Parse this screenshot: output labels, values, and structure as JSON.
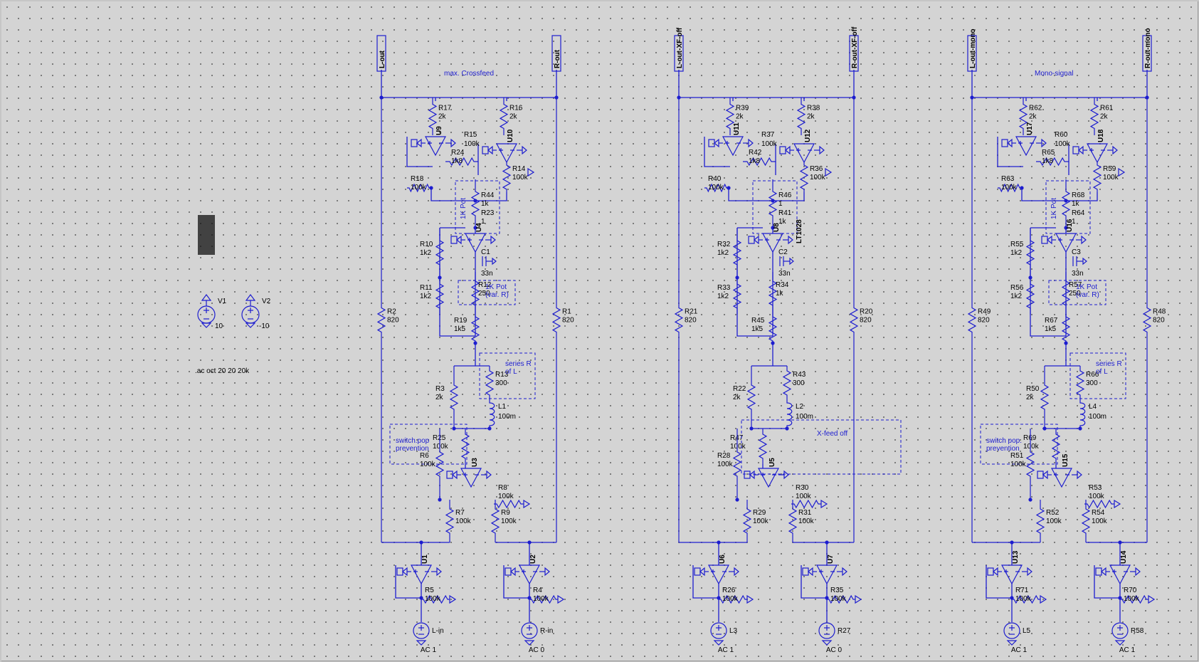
{
  "schematic": {
    "title": "",
    "comments": [
      "max. Crossfeed",
      "Mono-signal",
      "X-feed off",
      "series R\nof L",
      "series R\nof L",
      "switch.pop\nprevention",
      "switch pop.\nprevention",
      "1K Pot\n(var. R)",
      "1K Pot\n(var. R)",
      "1K Pot",
      "1K Pot"
    ],
    "directive": ".ac oct 20 20 20k",
    "model_label": "LT1028",
    "ports": [
      "L-out",
      "R-out",
      "L-out-XF-off",
      "R-out-XF-off",
      "L-out-mono",
      "R-out-mono"
    ],
    "sources": [
      {
        "name": "V1",
        "value": "10"
      },
      {
        "name": "V2",
        "value": "-10"
      },
      {
        "name": "L-in",
        "value": "AC 1"
      },
      {
        "name": "R-in",
        "value": "AC 0"
      },
      {
        "name": "L3",
        "value": "AC 1"
      },
      {
        "name": "R27",
        "value": "AC 0"
      },
      {
        "name": "L5",
        "value": "AC 1"
      },
      {
        "name": "R58",
        "value": "AC 1"
      }
    ]
  },
  "blocks": [
    {
      "id": "A",
      "port_left": "L-out",
      "port_right": "R-out",
      "title": "max. Crossfeed",
      "rL": [
        "R2",
        "820"
      ],
      "rR": [
        "R1",
        "820"
      ],
      "rTL": [
        "R17",
        "2k"
      ],
      "rTR": [
        "R16",
        "2k"
      ],
      "uTL": "U9",
      "uTR": "U10",
      "rFb1": [
        "R15",
        "100k"
      ],
      "rFb2": [
        "R24",
        "1k8"
      ],
      "rTRb": [
        "R14",
        "100k"
      ],
      "rTLb": [
        "R18",
        "100k"
      ],
      "rPot": [
        "R44",
        "1k"
      ],
      "rPot2": [
        "R23",
        "1"
      ],
      "potBox": "1K Pot",
      "uMid": "U4",
      "cap": [
        "C1",
        "33n"
      ],
      "rM1": [
        "R10",
        "1k2"
      ],
      "rM2": [
        "R11",
        "1k2"
      ],
      "rM3": [
        "R12",
        "250"
      ],
      "potBox2": "1K Pot\n(var. R)",
      "rM4": [
        "R19",
        "1k5"
      ],
      "rS": [
        "R13",
        "300"
      ],
      "seriesBox": "series R\nof L",
      "rL3": [
        "R3",
        "2k"
      ],
      "ind": [
        "L1",
        "100m"
      ],
      "rSw": [
        "R25",
        "100k"
      ],
      "swBox": "switch.pop\nprevention",
      "uBot": "U3",
      "rB1": [
        "R6",
        "100k"
      ],
      "rB2": [
        "R8",
        "100k"
      ],
      "rB3": [
        "R7",
        "100k"
      ],
      "rB4": [
        "R9",
        "100k"
      ],
      "uInL": "U1",
      "uInR": "U2",
      "rInL": [
        "R5",
        "100k"
      ],
      "rInR": [
        "R4",
        "100k"
      ],
      "srcL": [
        "L-in",
        "AC 1"
      ],
      "srcR": [
        "R-in",
        "AC 0"
      ]
    },
    {
      "id": "B",
      "port_left": "L-out-XF-off",
      "port_right": "R-out-XF-off",
      "title": "",
      "rL": [
        "R21",
        "820"
      ],
      "rR": [
        "R20",
        "820"
      ],
      "rTL": [
        "R39",
        "2k"
      ],
      "rTR": [
        "R38",
        "2k"
      ],
      "uTL": "U11",
      "uTR": "U12",
      "rFb1": [
        "R37",
        "100k"
      ],
      "rFb2": [
        "R42",
        "1k8"
      ],
      "rTRb": [
        "R36",
        "100k"
      ],
      "rTLb": [
        "R40",
        "100k"
      ],
      "rPot": [
        "R46",
        "1"
      ],
      "rPot2": [
        "R41",
        "1k"
      ],
      "potBox": "",
      "uMid": "U8",
      "cap": [
        "C2",
        "33n"
      ],
      "rM1": [
        "R32",
        "1k2"
      ],
      "rM2": [
        "R33",
        "1k2"
      ],
      "rM3": [
        "R34",
        "1k"
      ],
      "potBox2": "",
      "rM4": [
        "R45",
        "1k5"
      ],
      "rS": [
        "R43",
        "300"
      ],
      "seriesBox": "",
      "rL3": [
        "R22",
        "2k"
      ],
      "ind": [
        "L2",
        "100m"
      ],
      "rSw": [
        "R47",
        "100k"
      ],
      "swBox": "",
      "uBot": "U5",
      "rB1": [
        "R28",
        "100k"
      ],
      "rB2": [
        "R30",
        "100k"
      ],
      "rB3": [
        "R29",
        "100k"
      ],
      "rB4": [
        "R31",
        "100k"
      ],
      "uInL": "U6",
      "uInR": "U7",
      "rInL": [
        "R26",
        "100k"
      ],
      "rInR": [
        "R35",
        "100k"
      ],
      "srcL": [
        "L3",
        "AC 1"
      ],
      "srcR": [
        "R27",
        "AC 0"
      ]
    },
    {
      "id": "C",
      "port_left": "L-out-mono",
      "port_right": "R-out-mono",
      "title": "Mono-signal",
      "rL": [
        "R49",
        "820"
      ],
      "rR": [
        "R48",
        "820"
      ],
      "rTL": [
        "R62",
        "2k"
      ],
      "rTR": [
        "R61",
        "2k"
      ],
      "uTL": "U17",
      "uTR": "U18",
      "rFb1": [
        "R60",
        "100k"
      ],
      "rFb2": [
        "R65",
        "1k8"
      ],
      "rTRb": [
        "R59",
        "100k"
      ],
      "rTLb": [
        "R63",
        "100k"
      ],
      "rPot": [
        "R68",
        "1k"
      ],
      "rPot2": [
        "R64",
        "1"
      ],
      "potBox": "1K Pot",
      "uMid": "U16",
      "cap": [
        "C3",
        "33n"
      ],
      "rM1": [
        "R55",
        "1k2"
      ],
      "rM2": [
        "R56",
        "1k2"
      ],
      "rM3": [
        "R57",
        "250"
      ],
      "potBox2": "1K Pot\n(var. R)",
      "rM4": [
        "R67",
        "1k5"
      ],
      "rS": [
        "R66",
        "300"
      ],
      "seriesBox": "series R\nof L",
      "rL3": [
        "R50",
        "2k"
      ],
      "ind": [
        "L4",
        "100m"
      ],
      "rSw": [
        "R69",
        "100k"
      ],
      "swBox": "switch pop.\nprevention",
      "uBot": "U15",
      "rB1": [
        "R51",
        "100k"
      ],
      "rB2": [
        "R53",
        "100k"
      ],
      "rB3": [
        "R52",
        "100k"
      ],
      "rB4": [
        "R54",
        "100k"
      ],
      "uInL": "U13",
      "uInR": "U14",
      "rInL": [
        "R71",
        "100k"
      ],
      "rInR": [
        "R70",
        "100k"
      ],
      "srcL": [
        "L5",
        "AC 1"
      ],
      "srcR": [
        "R58",
        "AC 1"
      ]
    }
  ]
}
